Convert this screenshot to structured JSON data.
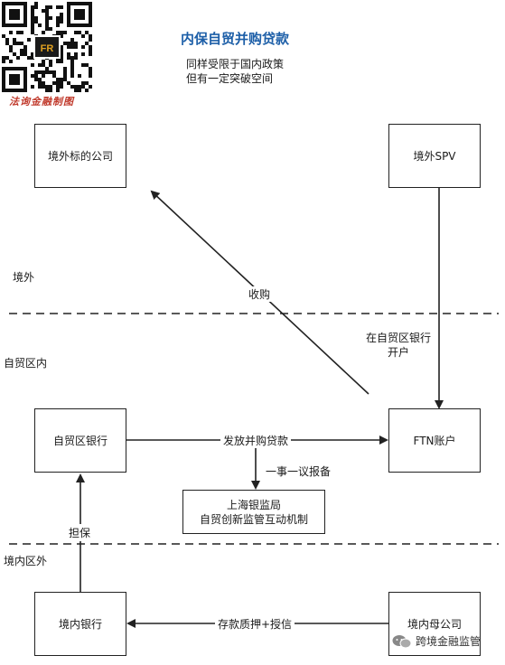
{
  "header": {
    "title": "内保自贸并购贷款",
    "subtitle_line1": "同样受限于国内政策",
    "subtitle_line2": "但有一定突破空间"
  },
  "qr": {
    "caption": "法询金融制图",
    "logo_text": "FR"
  },
  "zones": {
    "offshore": "境外",
    "ftz": "自贸区内",
    "domestic": "境内区外"
  },
  "boxes": {
    "overseas_target": "境外标的公司",
    "overseas_spv": "境外SPV",
    "ftz_bank": "自贸区银行",
    "ftn_account": "FTN账户",
    "regulator_line1": "上海银监局",
    "regulator_line2": "自贸创新监管互动机制",
    "domestic_bank": "境内银行",
    "domestic_parent": "境内母公司"
  },
  "arrows": {
    "acquisition": "收购",
    "open_account_line1": "在自贸区银行",
    "open_account_line2": "开户",
    "issue_loan": "发放并购贷款",
    "one_case_filing": "一事一议报备",
    "guarantee": "担保",
    "deposit_pledge": "存款质押+授信"
  },
  "watermark": {
    "text": "跨境金融监管",
    "icon": "wechat-icon"
  },
  "colors": {
    "title": "#1d5fa8",
    "caption": "#c0392b",
    "line": "#222222"
  }
}
